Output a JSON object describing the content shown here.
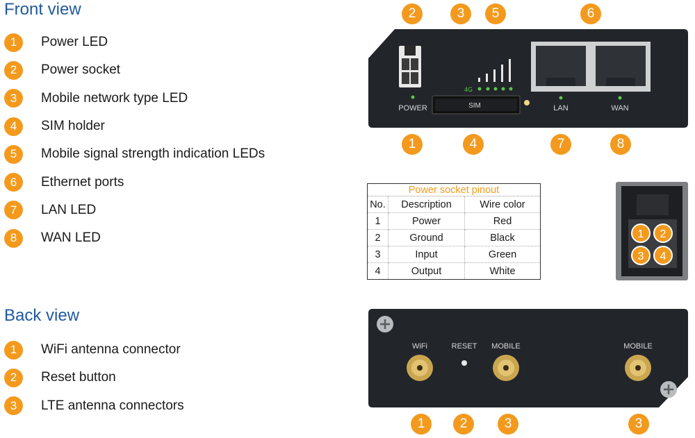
{
  "front": {
    "title": "Front view",
    "items": [
      {
        "num": "1",
        "label": "Power LED"
      },
      {
        "num": "2",
        "label": "Power socket"
      },
      {
        "num": "3",
        "label": "Mobile network type LED"
      },
      {
        "num": "4",
        "label": "SIM holder"
      },
      {
        "num": "5",
        "label": "Mobile signal strength indication LEDs"
      },
      {
        "num": "6",
        "label": "Ethernet ports"
      },
      {
        "num": "7",
        "label": "LAN LED"
      },
      {
        "num": "8",
        "label": "WAN LED"
      }
    ],
    "callouts_top": [
      "2",
      "3",
      "5",
      "6"
    ],
    "callouts_bottom": [
      "1",
      "4",
      "7",
      "8"
    ],
    "panel_labels": {
      "power": "POWER",
      "sim": "SIM",
      "network": "4G",
      "lan": "LAN",
      "wan": "WAN"
    }
  },
  "back": {
    "title": "Back view",
    "items": [
      {
        "num": "1",
        "label": "WiFi antenna connector"
      },
      {
        "num": "2",
        "label": "Reset button"
      },
      {
        "num": "3",
        "label": "LTE antenna connectors"
      }
    ],
    "callouts_bottom": [
      "1",
      "2",
      "3",
      "3"
    ],
    "panel_labels": {
      "wifi": "WiFi",
      "reset": "RESET",
      "mobile1": "MOBILE",
      "mobile2": "MOBILE"
    }
  },
  "pinout": {
    "title": "Power socket pinout",
    "headers": [
      "No.",
      "Description",
      "Wire color"
    ],
    "rows": [
      [
        "1",
        "Power",
        "Red"
      ],
      [
        "2",
        "Ground",
        "Black"
      ],
      [
        "3",
        "Input",
        "Green"
      ],
      [
        "4",
        "Output",
        "White"
      ]
    ],
    "socket_pins": [
      "1",
      "2",
      "3",
      "4"
    ]
  },
  "colors": {
    "accent": "#f39a1e",
    "title_blue": "#1f5a9e",
    "device_body": "#22252a",
    "led_green": "#5ec44a"
  }
}
